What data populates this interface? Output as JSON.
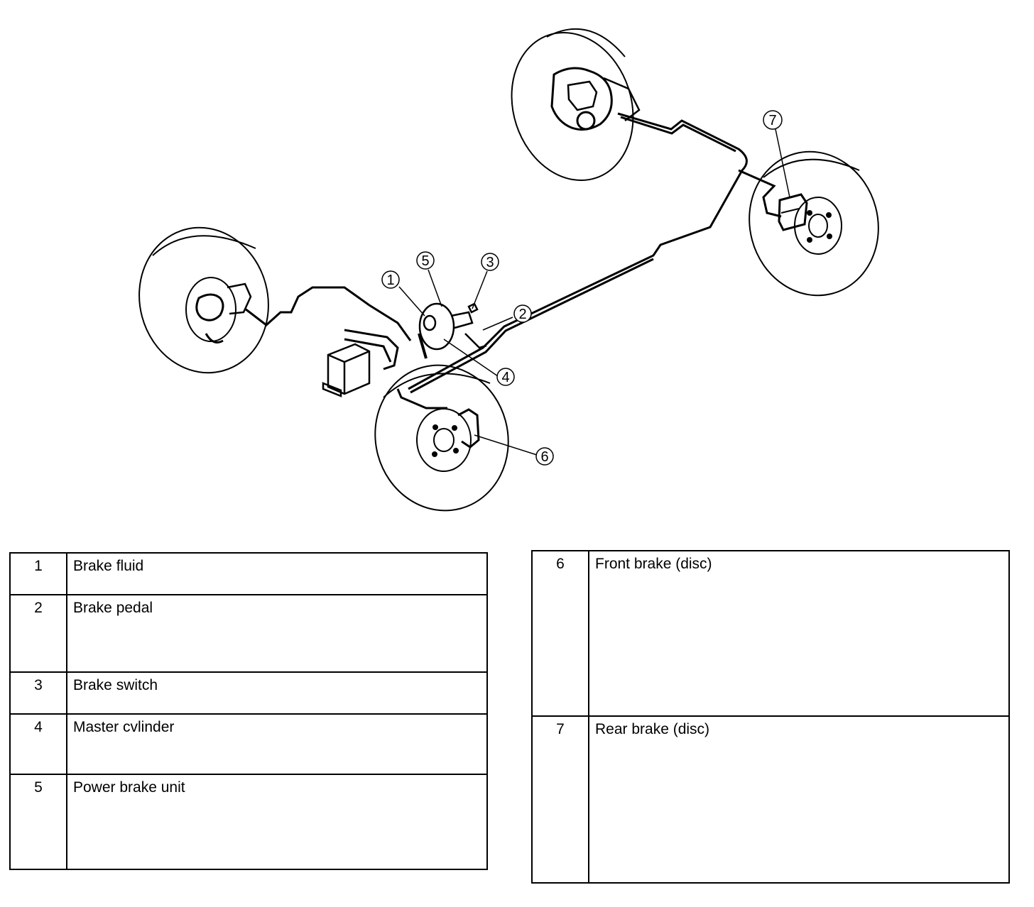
{
  "callouts": [
    {
      "id": "1",
      "name": "Brake fluid"
    },
    {
      "id": "2",
      "name": "Brake pedal"
    },
    {
      "id": "3",
      "name": "Brake switch"
    },
    {
      "id": "4",
      "name": "Master cvlinder"
    },
    {
      "id": "5",
      "name": "Power brake unit"
    },
    {
      "id": "6",
      "name": "Front brake (disc)"
    },
    {
      "id": "7",
      "name": "Rear brake (disc)"
    }
  ],
  "legend": {
    "left": [
      {
        "num": "1",
        "label": "Brake fluid"
      },
      {
        "num": "2",
        "label": "Brake pedal"
      },
      {
        "num": "3",
        "label": "Brake switch"
      },
      {
        "num": "4",
        "label": "Master cvlinder"
      },
      {
        "num": "5",
        "label": "Power brake unit"
      }
    ],
    "right": [
      {
        "num": "6",
        "label": "Front brake (disc)"
      },
      {
        "num": "7",
        "label": "Rear brake (disc)"
      }
    ]
  },
  "colors": {
    "ink": "#000000",
    "paper": "#ffffff"
  }
}
